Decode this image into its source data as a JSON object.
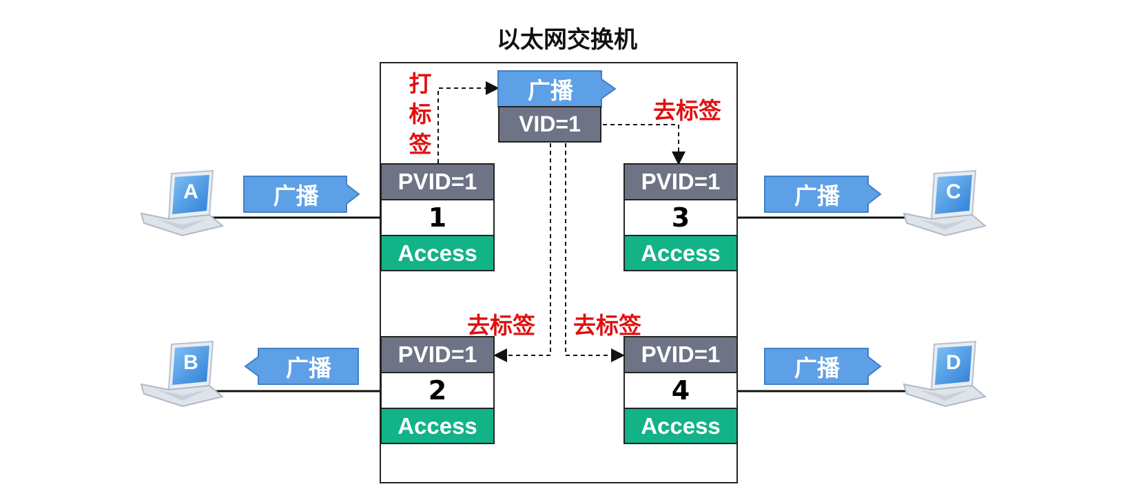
{
  "title": "以太网交换机",
  "broadcast_label": "广播",
  "tag_label": "打标签",
  "tag_chars": [
    "打",
    "标",
    "签"
  ],
  "untag_label": "去标签",
  "vid_label": "VID=1",
  "ports": [
    {
      "pvid": "PVID=1",
      "number": "1",
      "mode": "Access"
    },
    {
      "pvid": "PVID=1",
      "number": "2",
      "mode": "Access"
    },
    {
      "pvid": "PVID=1",
      "number": "3",
      "mode": "Access"
    },
    {
      "pvid": "PVID=1",
      "number": "4",
      "mode": "Access"
    }
  ],
  "hosts": [
    "A",
    "B",
    "C",
    "D"
  ],
  "colors": {
    "pvid_bg": "#6e7485",
    "access_bg": "#12b386",
    "broadcast_arrow": "#5ea0e6",
    "annotation_red": "#e01010",
    "laptop_screen": "#4a90e2"
  }
}
